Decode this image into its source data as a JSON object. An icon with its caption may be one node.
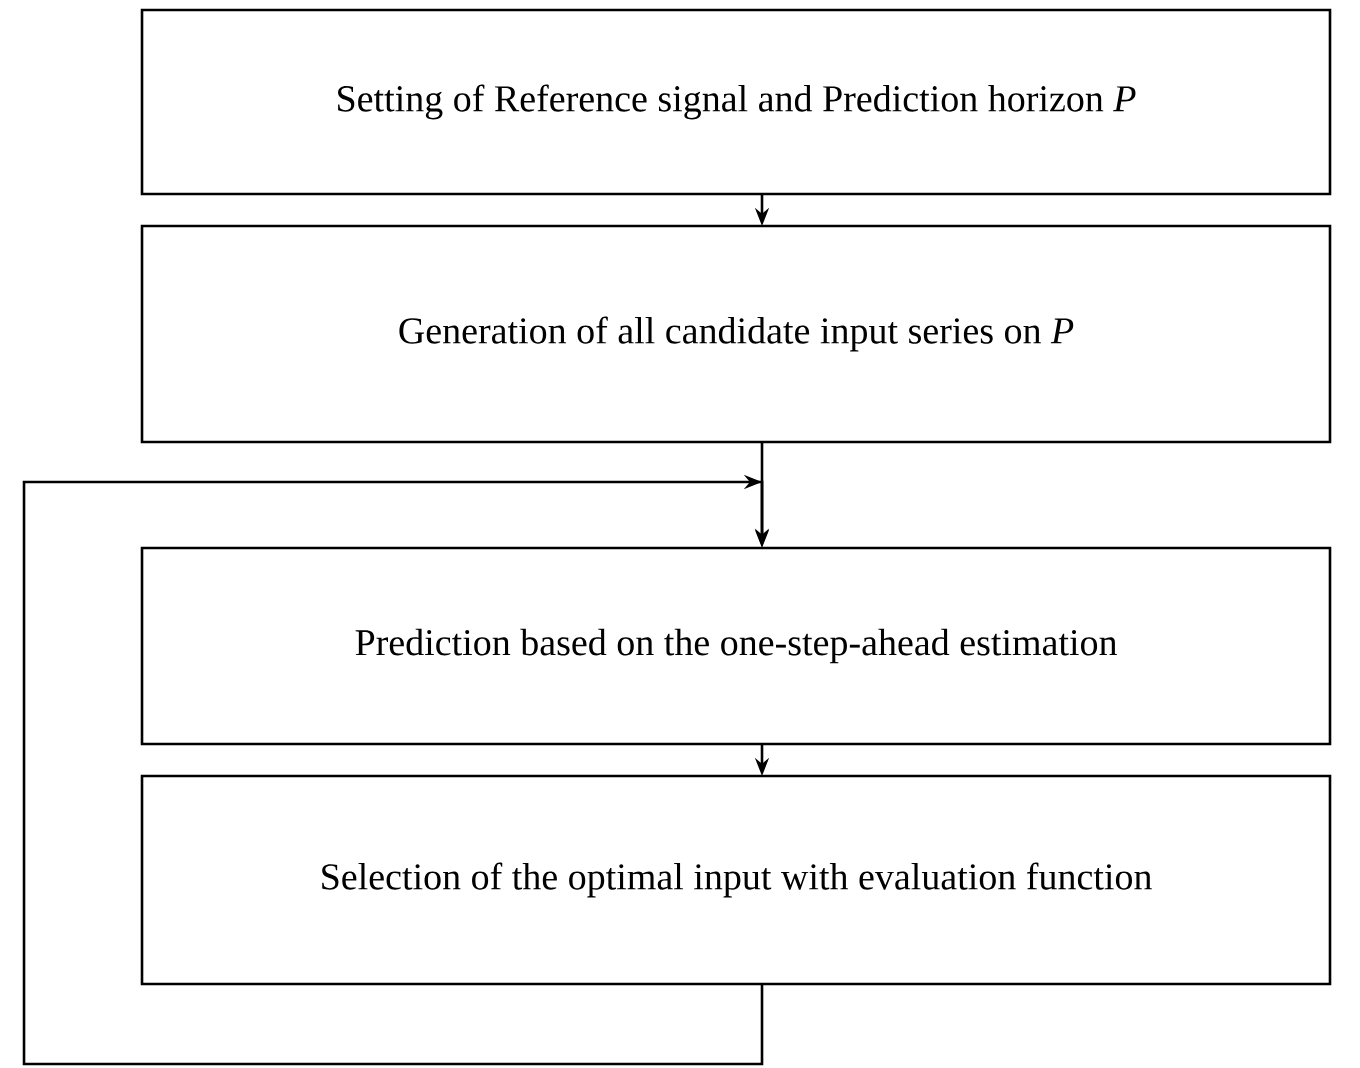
{
  "diagram": {
    "nodes": [
      {
        "text": [
          "Setting of Reference signal and Prediction horizon *P*"
        ]
      },
      {
        "text": [
          "Generation of all candidate input series on *P*"
        ]
      },
      {
        "text": [
          "Prediction based on the one-step-ahead estimation"
        ]
      },
      {
        "text": [
          "Selection of the optimal input with evaluation function"
        ]
      }
    ],
    "edges": [
      {
        "from": 0,
        "to": 1,
        "arrow": "to"
      },
      {
        "from": 1,
        "to": 2,
        "arrow": "to"
      },
      {
        "from": 2,
        "to": 3,
        "arrow": "to"
      },
      {
        "from": 3,
        "to": 2,
        "arrow": "to"
      }
    ]
  }
}
